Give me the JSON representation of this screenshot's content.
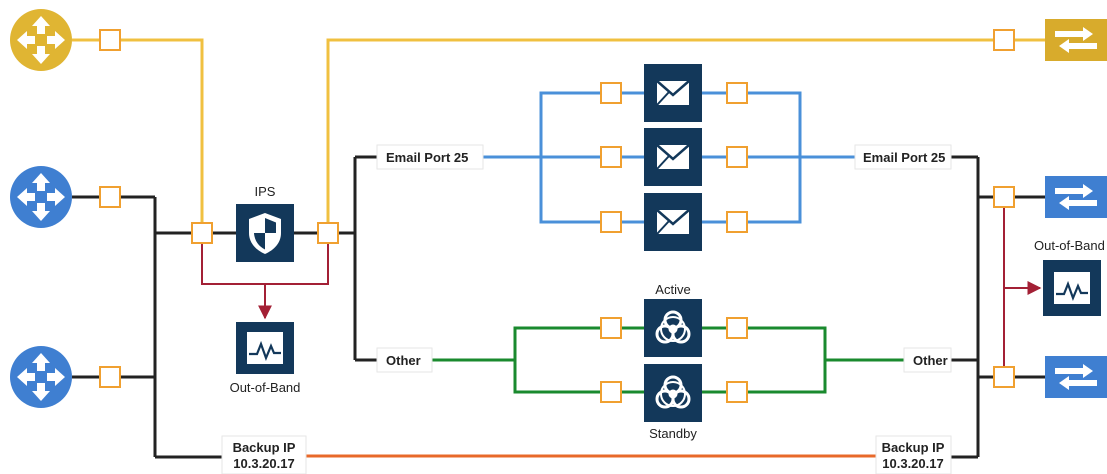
{
  "labels": {
    "ips": "IPS",
    "oob_left": "Out-of-Band",
    "oob_right": "Out-of-Band",
    "email_left": "Email Port 25",
    "email_right": "Email Port 25",
    "other_left": "Other",
    "other_right": "Other",
    "active": "Active",
    "standby": "Standby",
    "backup_left_title": "Backup IP",
    "backup_left_ip": "10.3.20.17",
    "backup_right_title": "Backup IP",
    "backup_right_ip": "10.3.20.17"
  },
  "icons": {
    "router": "router-icon",
    "switch": "switch-icon",
    "ips": "shield-icon",
    "monitor": "monitor-icon",
    "email": "envelope-icon",
    "biohazard": "biohazard-icon"
  },
  "colors": {
    "gold": "#e0b533",
    "blue": "#3f7fd1",
    "navy": "#13385a",
    "black_line": "#222222",
    "yellow_line": "#f0c040",
    "blue_line": "#4a90d9",
    "green_line": "#1a8a2e",
    "red_line": "#a32035",
    "orange_line": "#e8692a",
    "port_border": "#f0a030"
  }
}
